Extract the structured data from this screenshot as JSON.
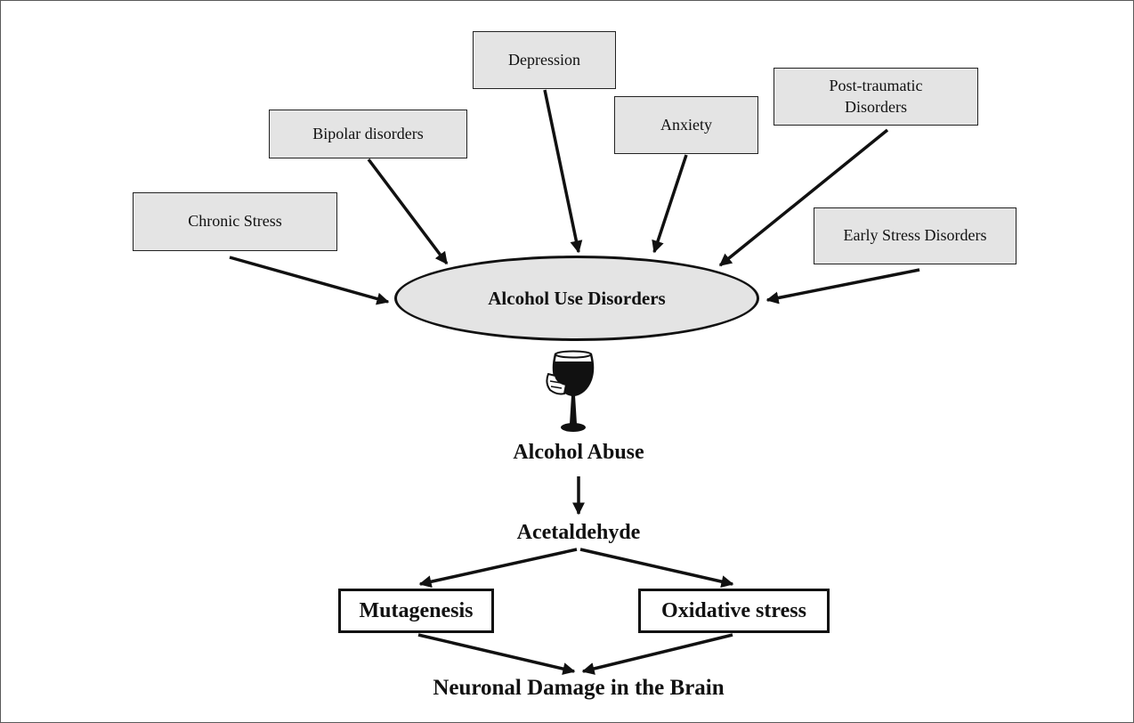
{
  "diagram": {
    "factors": {
      "chronic_stress": "Chronic Stress",
      "bipolar": "Bipolar disorders",
      "depression": "Depression",
      "anxiety": "Anxiety",
      "ptsd": "Post-traumatic\nDisorders",
      "early_stress": "Early Stress Disorders"
    },
    "center": "Alcohol Use Disorders",
    "icon": "hand-holding-wine-glass-icon",
    "alcohol_abuse": "Alcohol Abuse",
    "acetaldehyde": "Acetaldehyde",
    "mutagenesis": "Mutagenesis",
    "oxidative_stress": "Oxidative stress",
    "outcome": "Neuronal Damage in the Brain"
  }
}
